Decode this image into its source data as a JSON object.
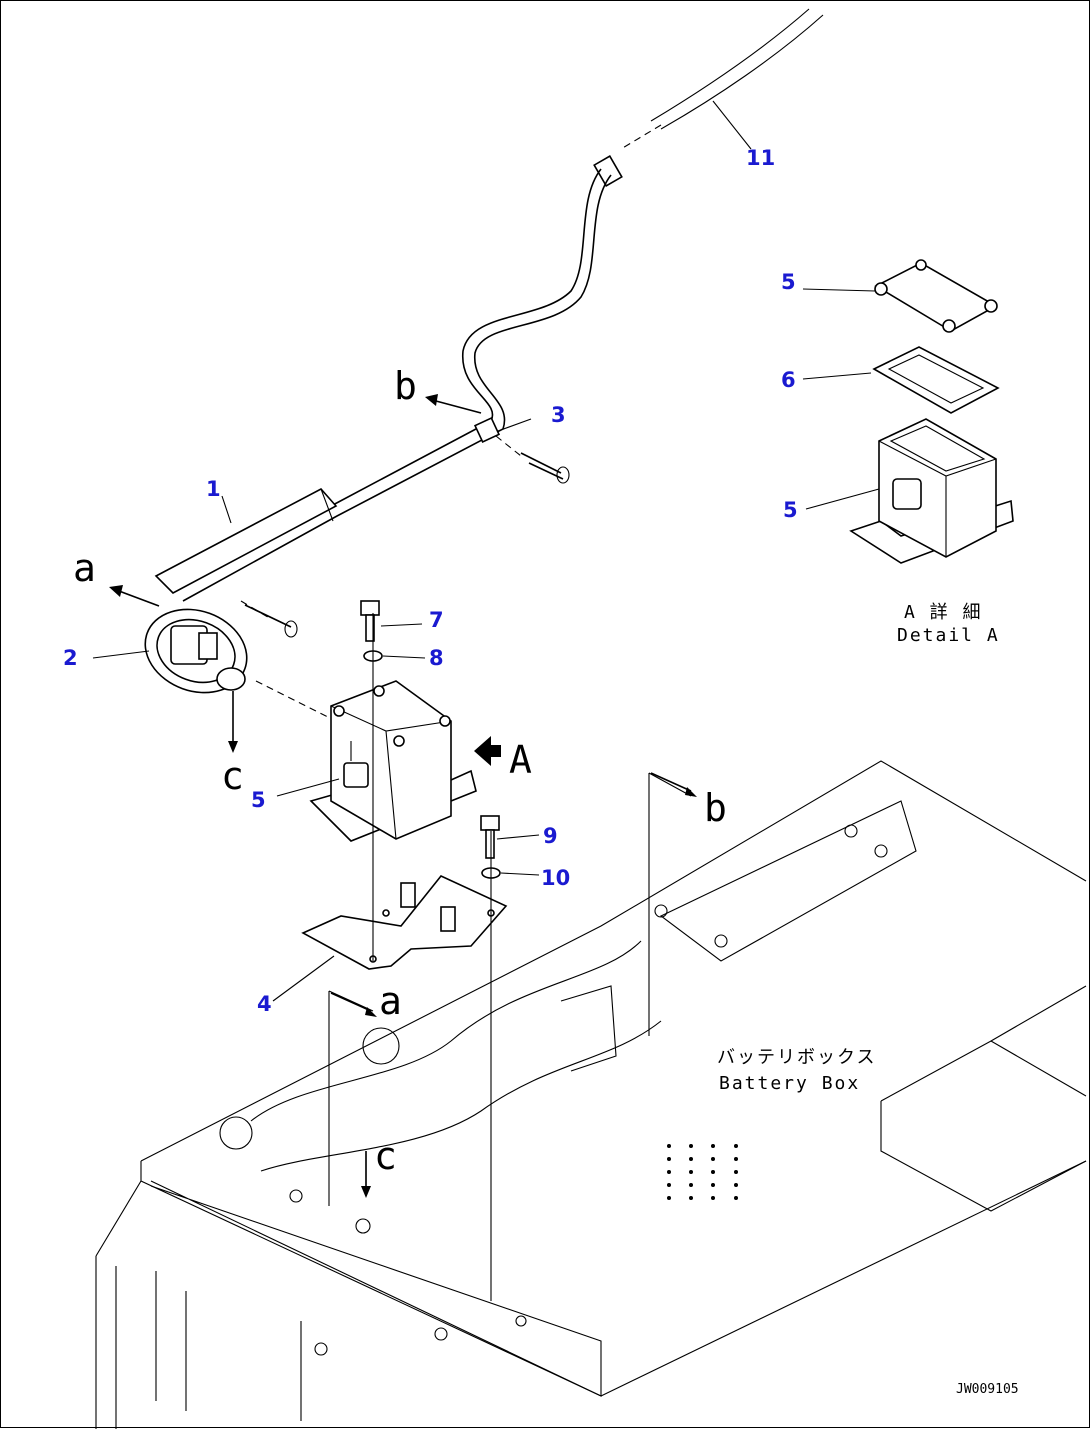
{
  "callouts": {
    "c1": "1",
    "c2": "2",
    "c3": "3",
    "c4": "4",
    "c5a": "5",
    "c5b": "5",
    "c5c": "5",
    "c6": "6",
    "c7": "7",
    "c8": "8",
    "c9": "9",
    "c10": "10",
    "c11": "11"
  },
  "view_markers": {
    "a_upper": "a",
    "a_lower": "a",
    "b_upper": "b",
    "b_lower": "b",
    "c_upper": "c",
    "c_lower": "c",
    "A": "A"
  },
  "detail": {
    "jp": "A 詳 細",
    "en": "Detail A"
  },
  "battery_box": {
    "jp": "バッテリボックス",
    "en": "Battery Box"
  },
  "drawing_code": "JW009105",
  "colors": {
    "callout": "#1a1ad0",
    "line": "#000000"
  }
}
